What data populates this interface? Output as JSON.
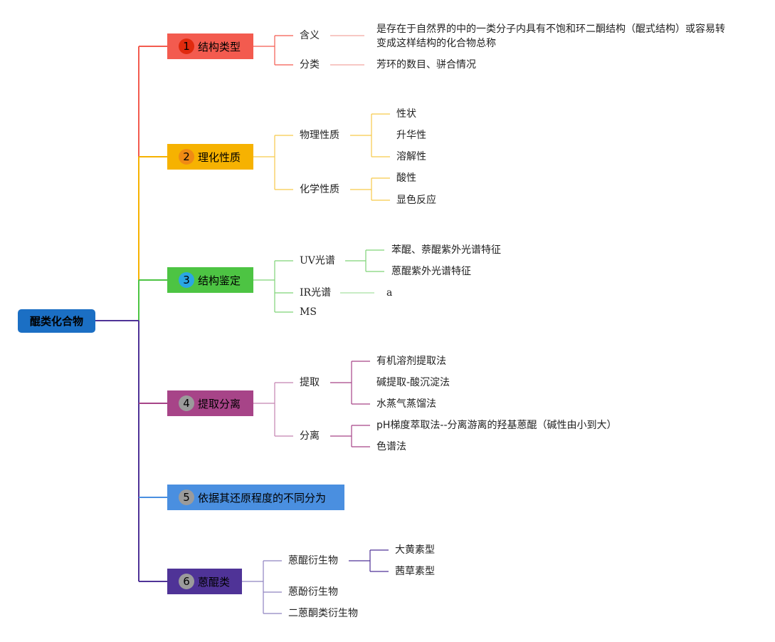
{
  "root": {
    "label": "醌类化合物"
  },
  "branches": [
    {
      "num": "1",
      "label": "结构类型",
      "color": "#f35b4f",
      "badge": "#e02a0e"
    },
    {
      "num": "2",
      "label": "理化性质",
      "color": "#f6b201",
      "badge": "#f08a14"
    },
    {
      "num": "3",
      "label": "结构鉴定",
      "color": "#4dc443",
      "badge": "#2aa6e3"
    },
    {
      "num": "4",
      "label": "提取分离",
      "color": "#a74488",
      "badge": "#9b9b9b"
    },
    {
      "num": "5",
      "label": "依据其还原程度的不同分为",
      "color": "#4a8fe0",
      "badge": "#9b9b9b"
    },
    {
      "num": "6",
      "label": "蒽醌类",
      "color": "#4f3397",
      "badge": "#9b9b9b"
    }
  ],
  "b1": {
    "meaning": "含义",
    "meaning_desc": "是存在于自然界的中的一类分子内具有不饱和环二酮结构（醌式结构）或容易转变成这样结构的化合物总称",
    "classify": "分类",
    "classify_desc": "芳环的数目、骈合情况"
  },
  "b2": {
    "physical": "物理性质",
    "physical_items": [
      "性状",
      "升华性",
      "溶解性"
    ],
    "chemical": "化学性质",
    "chemical_items": [
      "酸性",
      "显色反应"
    ]
  },
  "b3": {
    "uv": "UV光谱",
    "uv_items": [
      "苯醌、萘醌紫外光谱特征",
      "蒽醌紫外光谱特征"
    ],
    "ir": "IR光谱",
    "ir_item": "a",
    "ms": "MS"
  },
  "b4": {
    "extract": "提取",
    "extract_items": [
      "有机溶剂提取法",
      "碱提取-酸沉淀法",
      "水蒸气蒸馏法"
    ],
    "separate": "分离",
    "separate_items": [
      "pH梯度萃取法--分离游离的羟基蒽醌（碱性由小到大）",
      "色谱法"
    ]
  },
  "b6": {
    "anthraquinone": "蒽醌衍生物",
    "anthraquinone_items": [
      "大黄素型",
      "茜草素型"
    ],
    "anthranol": "蒽酚衍生物",
    "dianthrone": "二蒽酮类衍生物"
  }
}
